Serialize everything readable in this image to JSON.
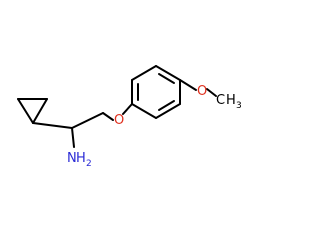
{
  "molecule": {
    "colors": {
      "bond": "#000000",
      "nitrogen": "#2b2bd6",
      "oxygen": "#e0301e",
      "carbon": "#000000"
    },
    "labels": {
      "amine_n": "N",
      "amine_h": "H",
      "amine_h_count": "2",
      "ether_o": "O",
      "methoxy_o": "O",
      "methyl_c": "C",
      "methyl_h": "H",
      "methyl_h_count": "3"
    }
  }
}
